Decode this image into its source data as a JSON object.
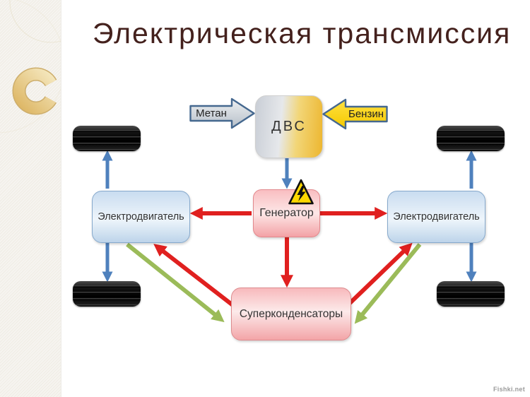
{
  "slide": {
    "title": "Электрическая трансмиссия",
    "title_color": "#44211d",
    "watermark": "Fishki.net",
    "background": "#ffffff",
    "side_strip_color": "#f6f4f0",
    "ring_accent_color": "#e3c078"
  },
  "diagram": {
    "nodes": {
      "engine": {
        "label": "ДВС",
        "fill_left": "#c9ced6",
        "fill_right": "#edb62f"
      },
      "generator": {
        "label": "Генератор",
        "fill": "#f6b2b6",
        "badge": "high-voltage-warning"
      },
      "motor_left": {
        "label": "Электродвигатель",
        "fill": "#c9dcf0"
      },
      "motor_right": {
        "label": "Электродвигатель",
        "fill": "#c9dcf0"
      },
      "supercaps": {
        "label": "Суперконденсаторы",
        "fill": "#f6b2b6"
      }
    },
    "fuel_inputs": {
      "methane": {
        "label": "Метан",
        "fill": "#d6dade",
        "border": "#45688f"
      },
      "petrol": {
        "label": "Бензин",
        "fill": "#ffd800",
        "border": "#45688f"
      }
    },
    "wheels": {
      "count": 4,
      "color": "#111111"
    },
    "colors": {
      "mechanical_link": "#4f81bd",
      "power_flow": "#e0201f",
      "regen_flow": "#9bbb59"
    },
    "edges": [
      {
        "from": "methane",
        "to": "engine",
        "type": "fuel"
      },
      {
        "from": "petrol",
        "to": "engine",
        "type": "fuel"
      },
      {
        "from": "engine",
        "to": "generator",
        "type": "mechanical"
      },
      {
        "from": "generator",
        "to": "motor_left",
        "type": "power"
      },
      {
        "from": "generator",
        "to": "motor_right",
        "type": "power"
      },
      {
        "from": "generator",
        "to": "supercaps",
        "type": "power"
      },
      {
        "from": "supercaps",
        "to": "motor_left",
        "type": "power"
      },
      {
        "from": "supercaps",
        "to": "motor_right",
        "type": "power"
      },
      {
        "from": "motor_left",
        "to": "supercaps",
        "type": "regen"
      },
      {
        "from": "motor_right",
        "to": "supercaps",
        "type": "regen"
      },
      {
        "from": "motor_left",
        "to": "wheel_front_left",
        "type": "mechanical"
      },
      {
        "from": "motor_left",
        "to": "wheel_rear_left",
        "type": "mechanical"
      },
      {
        "from": "motor_right",
        "to": "wheel_front_right",
        "type": "mechanical"
      },
      {
        "from": "motor_right",
        "to": "wheel_rear_right",
        "type": "mechanical"
      }
    ]
  }
}
